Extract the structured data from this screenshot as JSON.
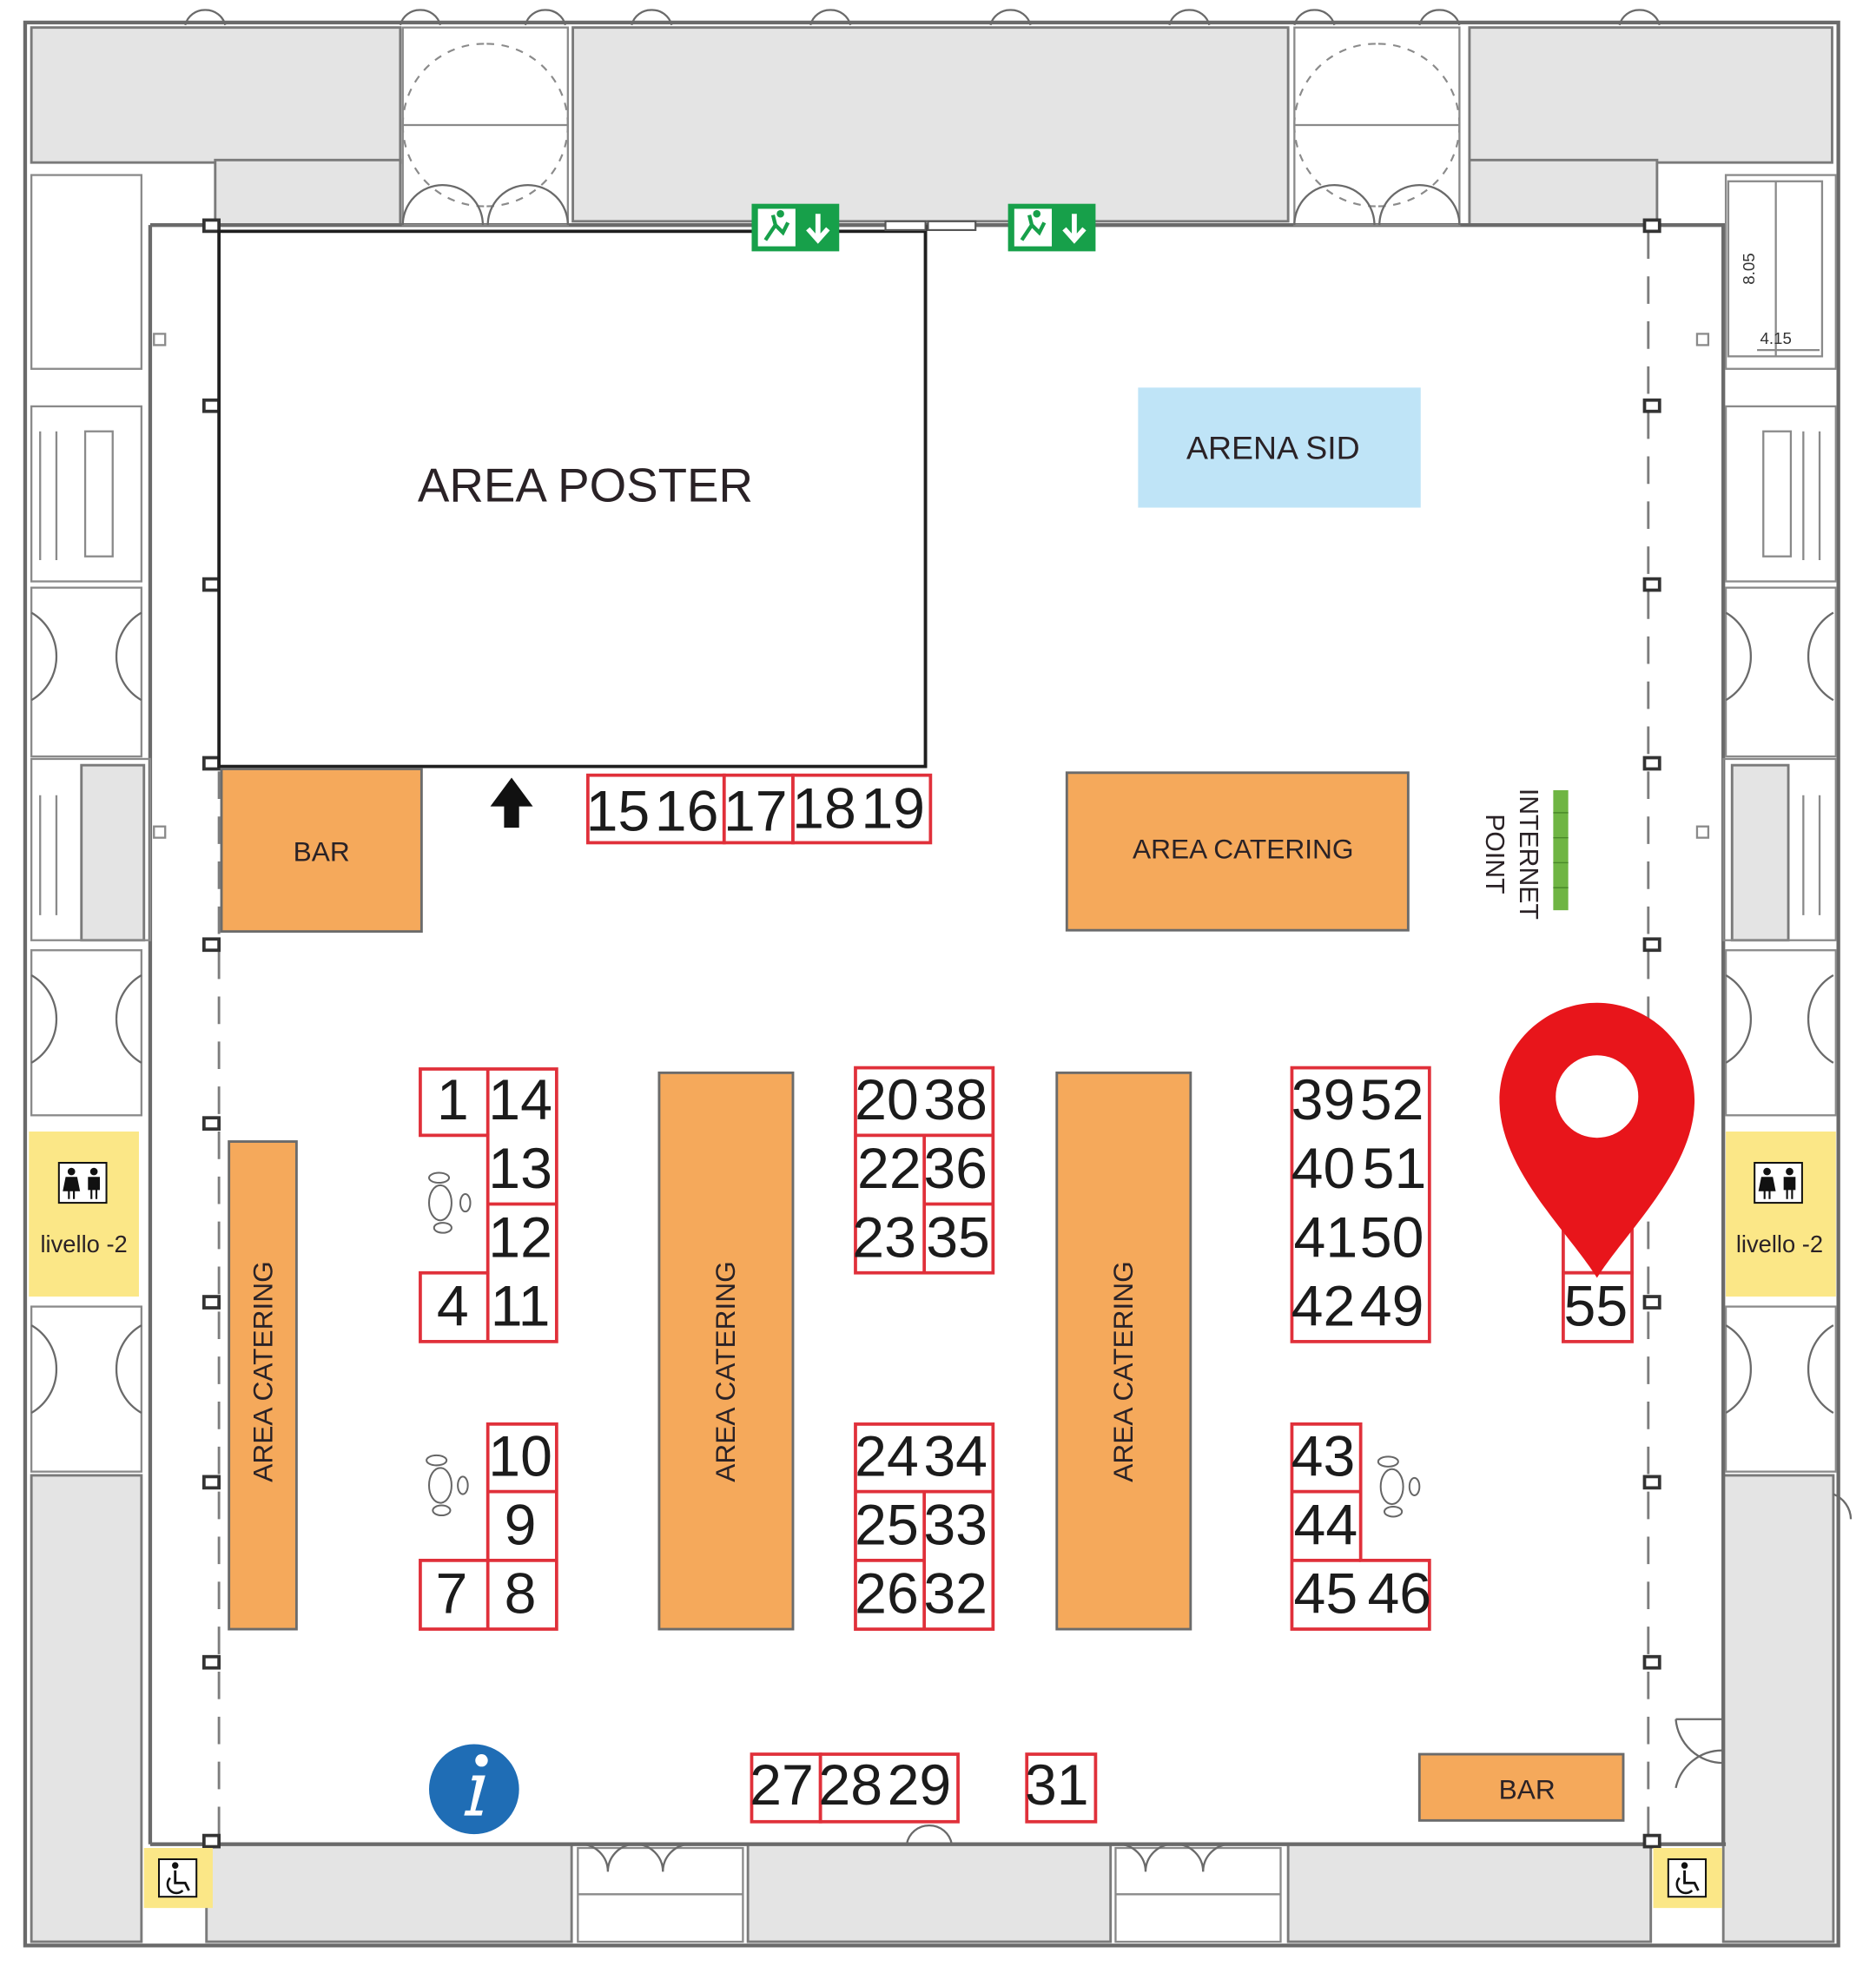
{
  "areas": {
    "area_poster": "AREA POSTER",
    "arena_sid": "ARENA SID",
    "bar_left": "BAR",
    "bar_right": "BAR",
    "catering_top": "AREA CATERING",
    "catering_vertical": "AREA CATERING",
    "internet_point_line1": "INTERNET",
    "internet_point_line2": "POINT",
    "livello_left": "livello -2",
    "livello_right": "livello -2"
  },
  "dimensions": {
    "depth": "8.05",
    "width": "4.15"
  },
  "booths": [
    "1",
    "4",
    "7",
    "8",
    "9",
    "10",
    "11",
    "12",
    "13",
    "14",
    "15",
    "16",
    "17",
    "18",
    "19",
    "20",
    "22",
    "23",
    "24",
    "25",
    "26",
    "27",
    "28",
    "29",
    "31",
    "32",
    "33",
    "34",
    "35",
    "36",
    "38",
    "39",
    "40",
    "41",
    "42",
    "43",
    "44",
    "45",
    "46",
    "49",
    "50",
    "51",
    "52",
    "55"
  ],
  "icons": {
    "exit": "emergency-exit-icon",
    "restroom": "restroom-icon",
    "wheelchair": "wheelchair-icon",
    "info": "info-icon",
    "location_pin": "location-pin-icon",
    "direction_arrow": "arrow-up-icon"
  },
  "colors": {
    "booth_outline": "#e0303a",
    "catering": "#f5a95b",
    "arena": "#bfe4f7",
    "livello": "#fbe787",
    "internet": "#6fb543",
    "exit_sign": "#17a04a",
    "pin": "#e8151b",
    "info": "#1f6db5"
  }
}
